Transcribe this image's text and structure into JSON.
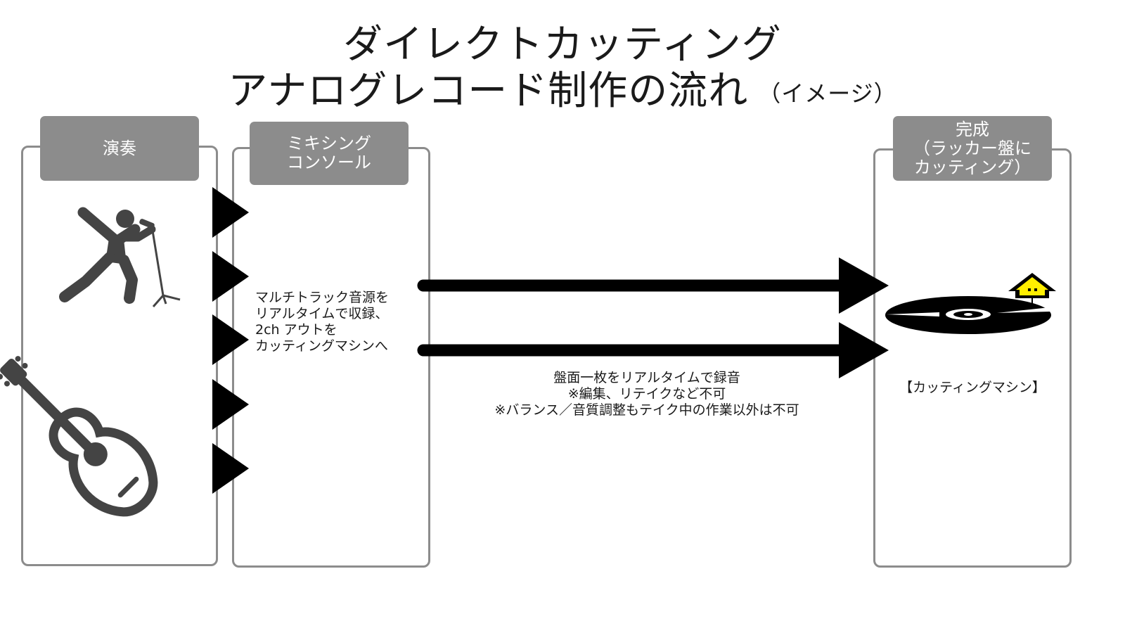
{
  "title": {
    "line1": "ダイレクトカッティング",
    "line2": "アナログレコード制作の流れ",
    "note": "（イメージ）"
  },
  "stages": {
    "performance": {
      "label": "演奏"
    },
    "mixing": {
      "label_line1": "ミキシング",
      "label_line2": "コンソール"
    },
    "complete": {
      "label_line1": "完成",
      "label_line2": "（ラッカー盤に",
      "label_line3": "カッティング）"
    }
  },
  "mixing_note": "マルチトラック音源を\nリアルタイムで収録、\n2ch アウトを\nカッティングマシンへ",
  "arrow_note": "盤面一枚をリアルタイムで録音\n※編集、リテイクなど不可\n※バランス／音質調整もテイク中の作業以外は不可",
  "machine_label": "【カッティングマシン】",
  "icons": [
    "singer-icon",
    "guitar-icon",
    "record-disc-icon",
    "cutting-stylus-icon"
  ],
  "colors": {
    "box_border": "#8c8c8c",
    "tab_fill": "#8c8c8c",
    "icon": "#444444",
    "arrow": "#000000",
    "stylus": "#ffee00"
  }
}
